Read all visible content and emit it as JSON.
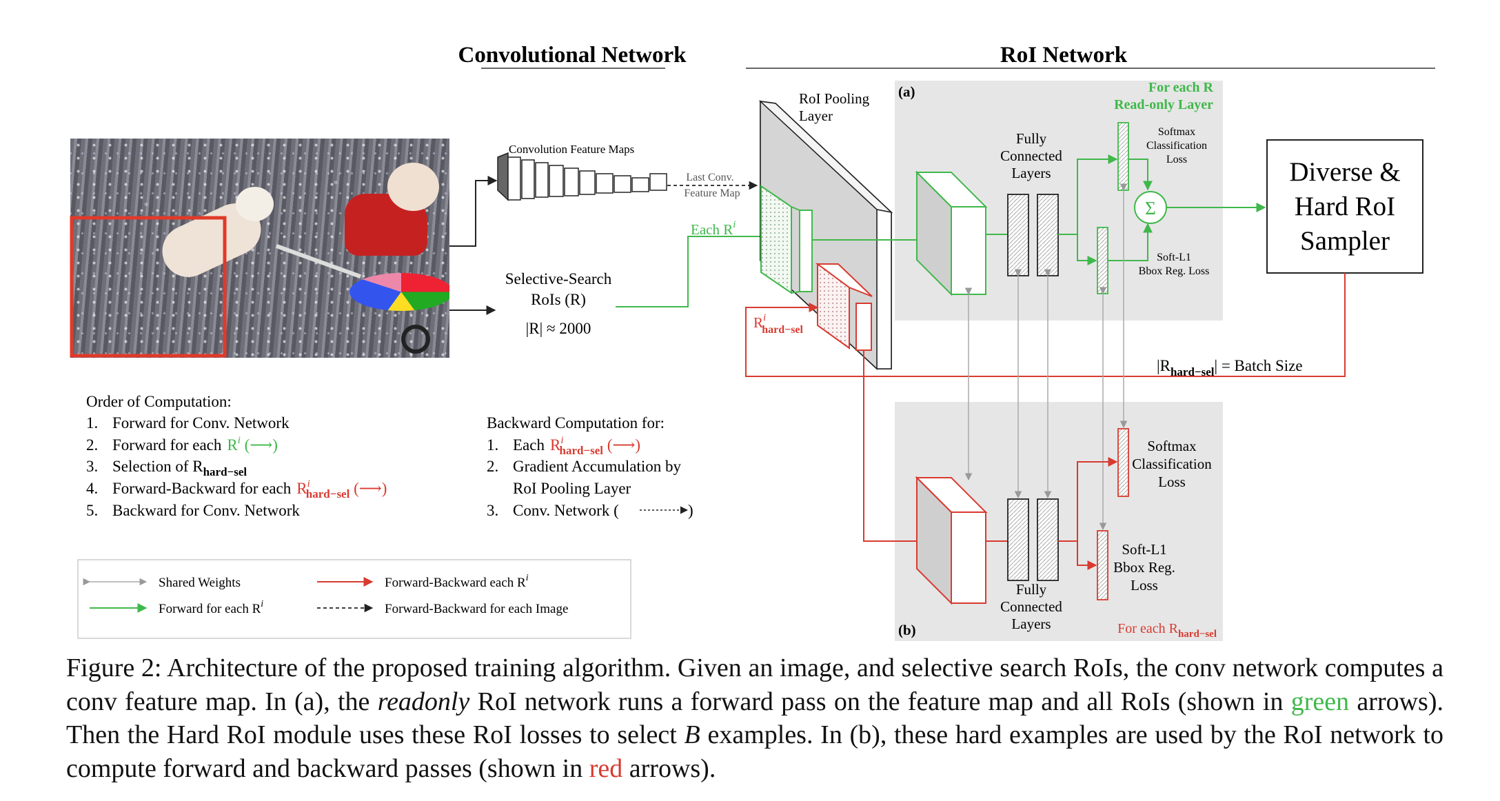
{
  "headers": {
    "conv_network": "Convolutional Network",
    "roi_network": "RoI Network"
  },
  "conv": {
    "feature_maps_label": "Convolution Feature Maps",
    "last_conv_line1": "Last Conv.",
    "last_conv_line2": "Feature Map",
    "selective_search_line1": "Selective-Search",
    "selective_search_line2": "RoIs (R)",
    "roi_count": "|R| ≈ 2000"
  },
  "roi": {
    "pooling_line1": "RoI Pooling",
    "pooling_line2": "Layer",
    "each_r": "Each R",
    "r_sup": "i",
    "r_hard_sup": "i",
    "r_hard_sub": "hard−sel",
    "panel_a": "(a)",
    "panel_b": "(b)",
    "for_each_r": "For each R",
    "readonly_layer": "Read-only Layer",
    "fc_a_line1": "Fully",
    "fc_a_line2": "Connected",
    "fc_a_line3": "Layers",
    "softmax_a_line1": "Softmax",
    "softmax_a_line2": "Classification",
    "softmax_a_line3": "Loss",
    "sigma": "Σ",
    "softl1_a_line1": "Soft-L1",
    "softl1_a_line2": "Bbox Reg. Loss",
    "sampler_line1": "Diverse &",
    "sampler_line2": "Hard RoI",
    "sampler_line3": "Sampler",
    "batch_r": "|R",
    "batch_sub": "hard−sel",
    "batch_rest": "| = Batch Size",
    "softmax_b_line1": "Softmax",
    "softmax_b_line2": "Classification",
    "softmax_b_line3": "Loss",
    "softl1_b_line1": "Soft-L1",
    "softl1_b_line2": "Bbox Reg.",
    "softl1_b_line3": "Loss",
    "fc_b_line1": "Fully",
    "fc_b_line2": "Connected",
    "fc_b_line3": "Layers",
    "for_each_hard": "For each R",
    "for_each_hard_sub": "hard−sel"
  },
  "order": {
    "title": "Order of Computation:",
    "items": [
      {
        "num": "1.",
        "text": "Forward for Conv. Network"
      },
      {
        "num": "2.",
        "text": "Forward for each"
      },
      {
        "num": "3.",
        "text": "Selection of R"
      },
      {
        "num": "4.",
        "text": "Forward-Backward for each"
      },
      {
        "num": "5.",
        "text": "Backward for Conv. Network"
      }
    ],
    "sel_sub": "hard−sel",
    "r": "R",
    "sup": "i",
    "hard_sub": "hard−sel"
  },
  "backward": {
    "title": "Backward Computation for:",
    "items": [
      {
        "num": "1.",
        "text": "Each"
      },
      {
        "num": "2.",
        "text": "Gradient Accumulation by"
      },
      {
        "num": "",
        "text": "RoI Pooling Layer"
      },
      {
        "num": "3.",
        "text": "Conv. Network ("
      }
    ],
    "r": "R",
    "sup": "i",
    "sub": "hard−sel",
    "close_paren": ")"
  },
  "legend": {
    "shared_weights": "Shared Weights",
    "forward_each": "Forward for each R",
    "fb_each": "Forward-Backward each R",
    "fb_image": "Forward-Backward for each Image",
    "sup": "i"
  },
  "caption": {
    "prefix": "Figure 2: Architecture of the proposed training algorithm.  Given an image, and selective search RoIs, the conv network computes a conv feature map. In (a), the ",
    "readonly": "readonly",
    "mid1": " RoI network runs a forward pass on the feature map and all RoIs (shown in ",
    "green": "green",
    "mid2": " arrows). Then the Hard RoI module uses these RoI losses to select ",
    "B": "B",
    "mid3": " examples. In (b), these hard examples are used by the RoI network to compute forward and backward passes (shown in ",
    "red": "red",
    "suffix": " arrows)."
  },
  "colors": {
    "green": "#3fb84a",
    "red": "#d83a2f",
    "panel_gray": "#e6e6e6"
  }
}
